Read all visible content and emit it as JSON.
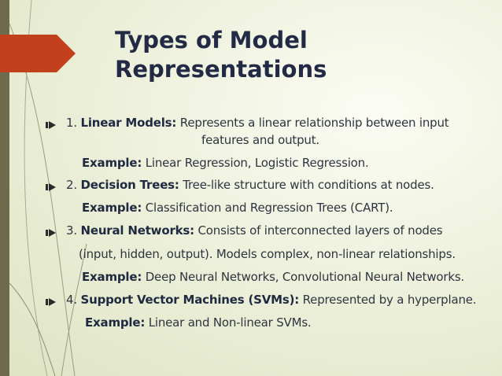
{
  "slide": {
    "title_line1": "Types of Model",
    "title_line2": "Representations",
    "colors": {
      "title": "#222a45",
      "arrow": "#c2401b",
      "strip": "#6d6a4e"
    },
    "items": [
      {
        "number": "1.",
        "term": "Linear Models:",
        "desc_line1": "Represents a linear relationship between input",
        "desc_line2": "features and output.",
        "example_label": "Example:",
        "example_text": "Linear Regression, Logistic Regression."
      },
      {
        "number": "2.",
        "term": "Decision Trees:",
        "desc_line1": "Tree-like structure with conditions at nodes.",
        "example_label": "Example:",
        "example_text": "Classification and Regression Trees (CART)."
      },
      {
        "number": "3.",
        "term": "Neural Networks:",
        "desc_line1": "Consists of interconnected layers of nodes",
        "desc_line2": "(input,  hidden, output). Models complex, non-linear relationships.",
        "example_label": "Example:",
        "example_text": "Deep Neural Networks, Convolutional Neural Networks."
      },
      {
        "number": "4.",
        "term": "Support Vector Machines (SVMs):",
        "desc_line1": "Represented by a hyperplane.",
        "example_label": "Example:",
        "example_text": "Linear and Non-linear SVMs."
      }
    ]
  }
}
